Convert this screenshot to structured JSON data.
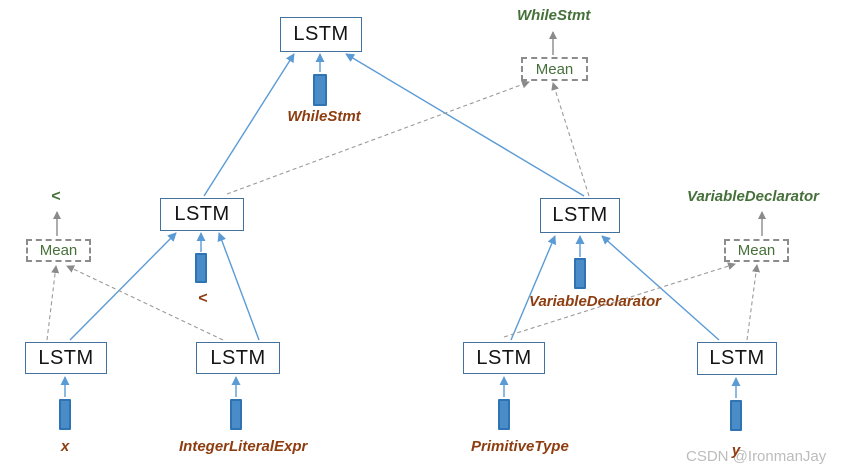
{
  "diagram": {
    "lstm_label": "LSTM",
    "mean_label": "Mean",
    "embeddings": {
      "root": "WhileStmt",
      "left": "<",
      "right": "VariableDeclarator",
      "leaf1": "x",
      "leaf2": "IntegerLiteralExpr",
      "leaf3": "PrimitiveType",
      "leaf4": "y"
    },
    "outputs": {
      "top": "WhileStmt",
      "left": "<",
      "right": "VariableDeclarator"
    },
    "colors": {
      "arrow_blue": "#5B9BD5",
      "lstm_border": "#41719C",
      "bar_fill": "#4A8CC7",
      "bar_border": "#2E74B5",
      "label_brown": "#8E3D10",
      "label_green": "#46703A",
      "dashed_gray": "#9A9A9A",
      "mean_border": "#8C8C8C"
    }
  },
  "watermark": "CSDN @IronmanJay"
}
